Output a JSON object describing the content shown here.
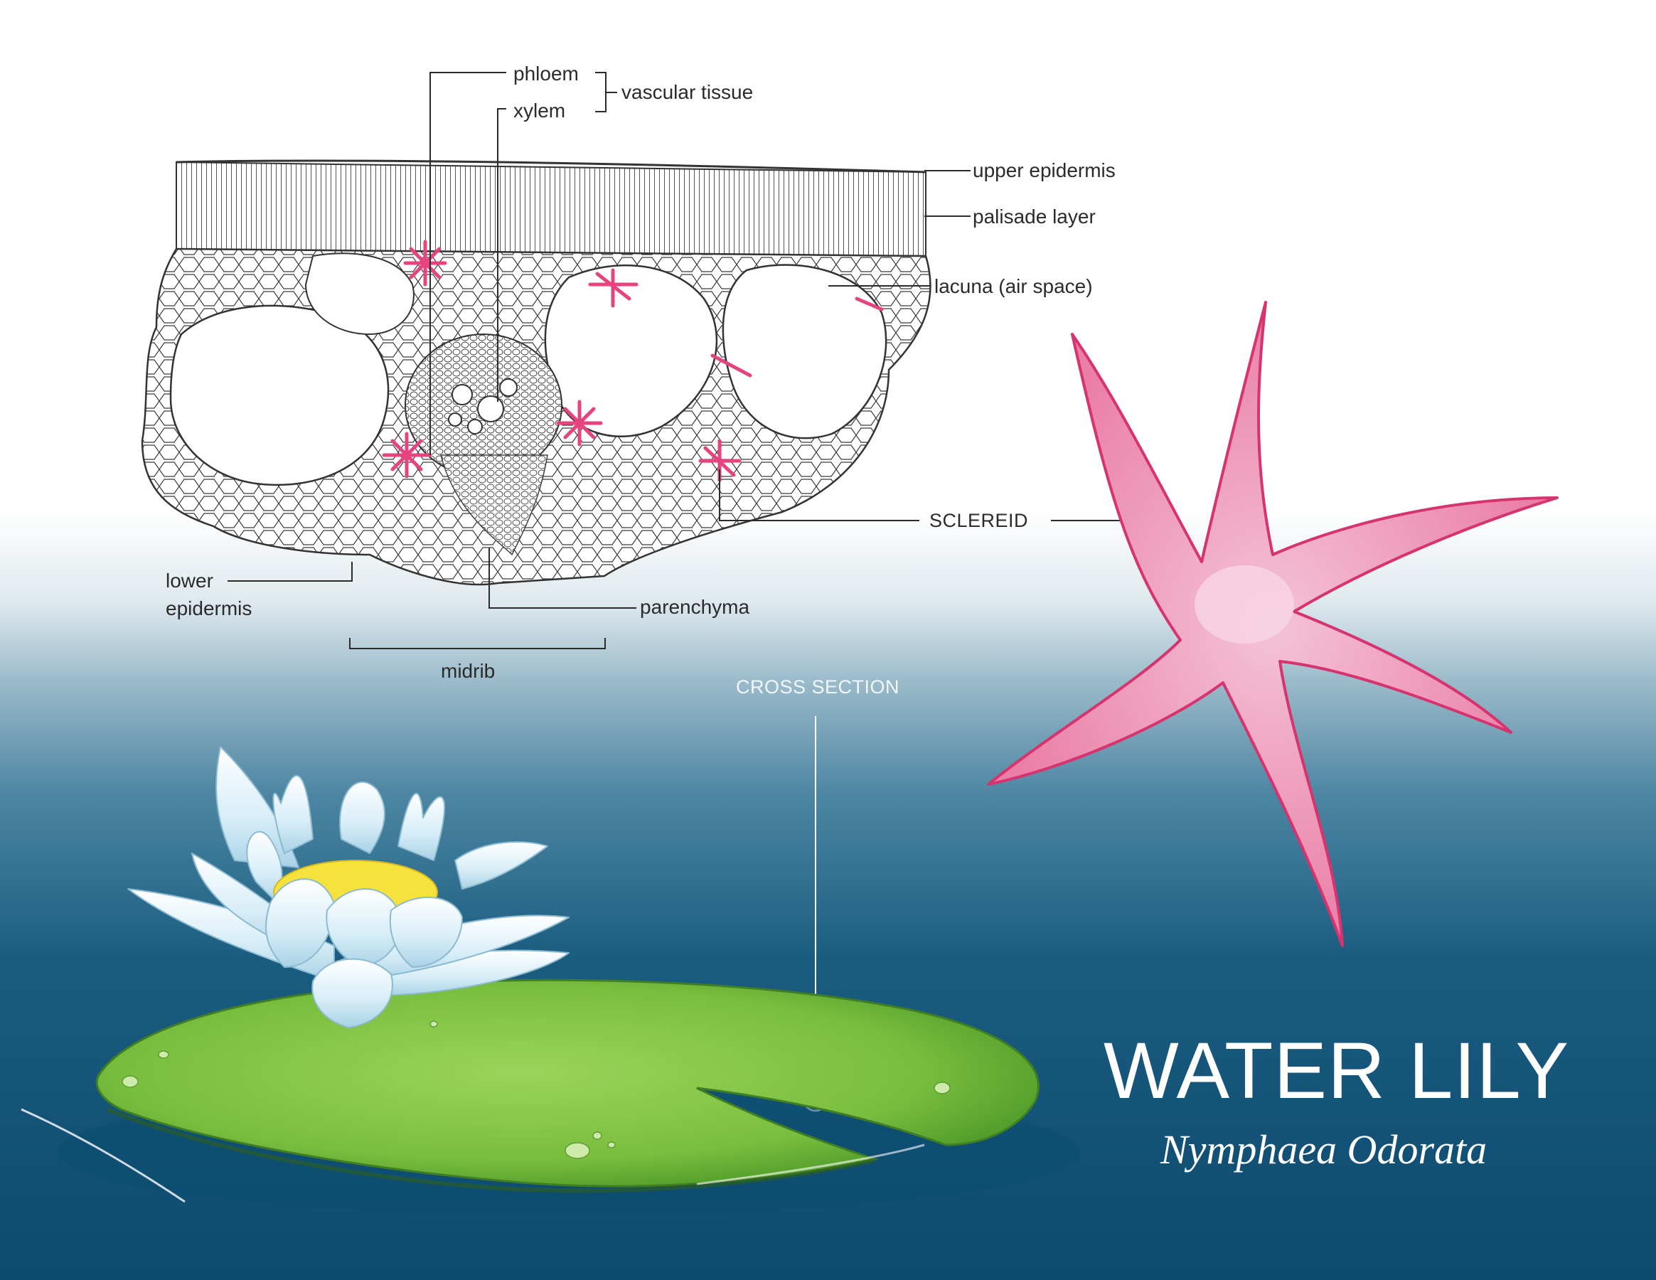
{
  "title": "WATER LILY",
  "subtitle": "Nymphaea Odorata",
  "labels": {
    "phloem": "phloem",
    "xylem": "xylem",
    "vascular_tissue": "vascular tissue",
    "upper_epidermis": "upper epidermis",
    "palisade_layer": "palisade layer",
    "lacuna": "lacuna (air space)",
    "sclereid": "SCLEREID",
    "lower": "lower",
    "epidermis": "epidermis",
    "parenchyma": "parenchyma",
    "midrib": "midrib",
    "cross_section": "CROSS SECTION"
  },
  "colors": {
    "sky_top": "#ffffff",
    "water_mid": "#7fa9bd",
    "water_deep": "#0f4f74",
    "sclereid_pink": "#e5447f",
    "pad_green": "#7cc342",
    "petal": "#d9eef7",
    "stamen": "#f5e23c",
    "line": "#2b2b2b"
  }
}
